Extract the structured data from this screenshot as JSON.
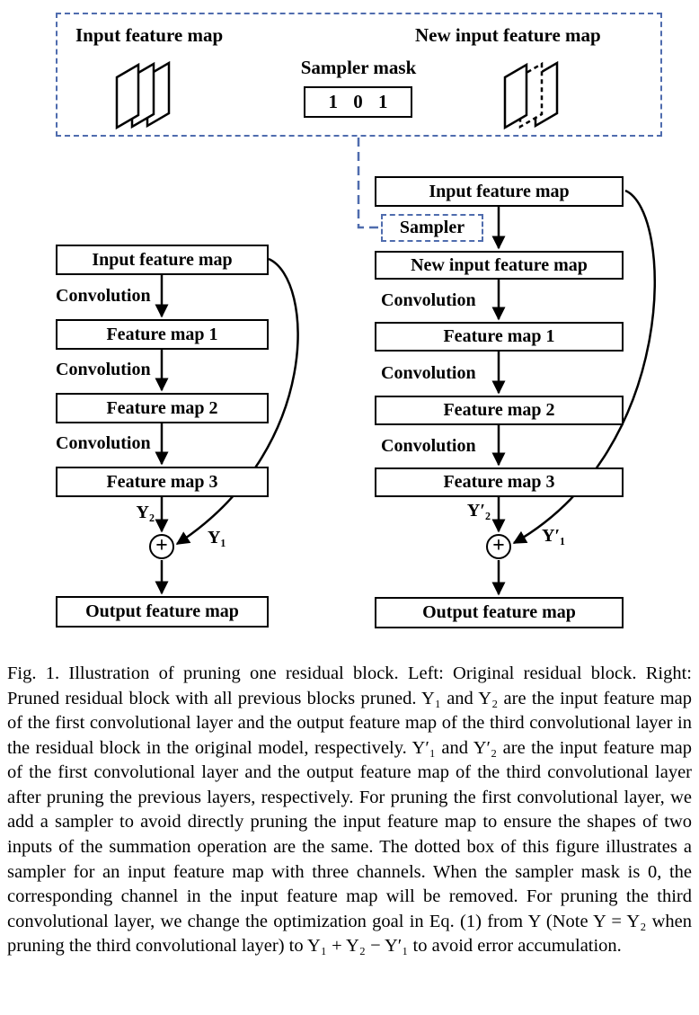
{
  "figure": {
    "sampler_panel": {
      "input_label": "Input feature map",
      "new_input_label": "New input feature map",
      "sampler_mask_label": "Sampler mask",
      "mask_values": "1 0 1"
    },
    "left_flow": {
      "boxes": [
        "Input feature map",
        "Feature map 1",
        "Feature map 2",
        "Feature map 3",
        "Output feature map"
      ],
      "conv_label": "Convolution",
      "y2_label": "Y₂",
      "y1_label": "Y₁"
    },
    "right_flow": {
      "sampler_label": "Sampler",
      "boxes": [
        "Input feature map",
        "New input feature map",
        "Feature map 1",
        "Feature map 2",
        "Feature map 3",
        "Output feature map"
      ],
      "conv_label": "Convolution",
      "y2_label": "Y′₂",
      "y1_label": "Y′₁"
    },
    "sum_operator": "+",
    "colors": {
      "dashed_blue": "#4f6cae",
      "line_black": "#000000",
      "background": "#ffffff"
    },
    "caption": "Fig. 1. Illustration of pruning one residual block. Left: Original residual block. Right: Pruned residual block with all previous blocks pruned. Y₁ and Y₂ are the input feature map of the first convolutional layer and the output feature map of the third convolutional layer in the residual block in the original model, respectively. Y′₁ and Y′₂ are the input feature map of the first convolutional layer and the output feature map of the third convolutional layer after pruning the previous layers, respectively. For pruning the first convolutional layer, we add a sampler to avoid directly pruning the input feature map to ensure the shapes of two inputs of the summation operation are the same. The dotted box of this figure illustrates a sampler for an input feature map with three channels. When the sampler mask is 0, the corresponding channel in the input feature map will be removed. For pruning the third convolutional layer, we change the optimization goal in Eq. (1) from Y (Note Y = Y₂ when pruning the third convolutional layer) to Y₁ + Y₂ − Y′₁ to avoid error accumulation."
  }
}
